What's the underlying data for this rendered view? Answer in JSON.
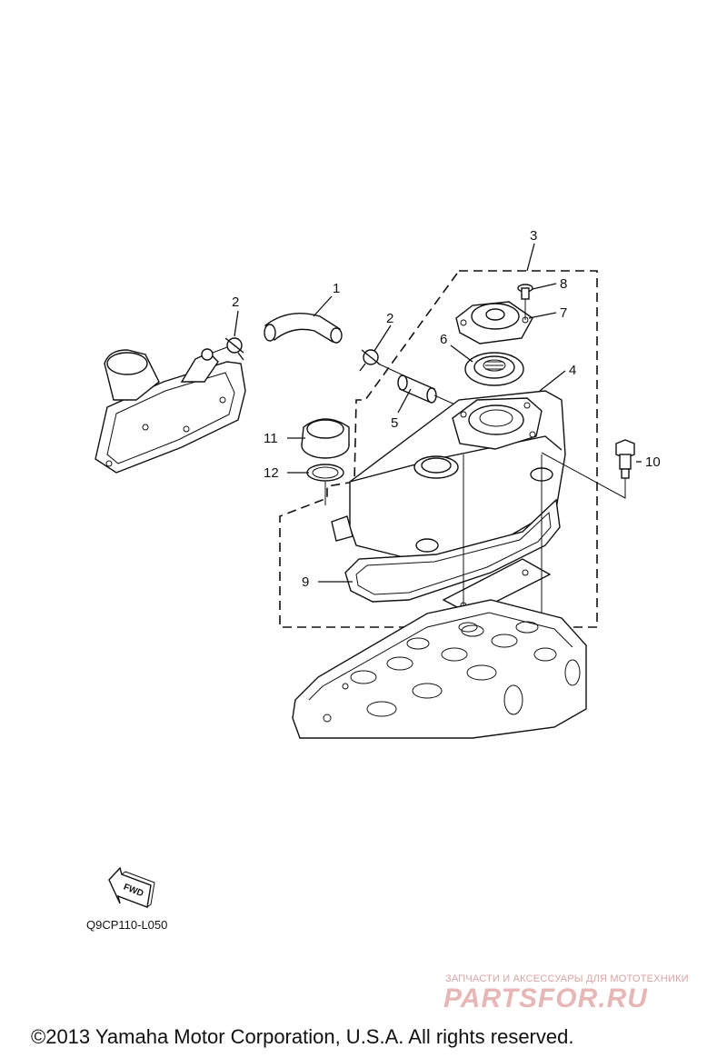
{
  "callouts": {
    "c1": "1",
    "c2a": "2",
    "c2b": "2",
    "c3": "3",
    "c4": "4",
    "c5": "5",
    "c6": "6",
    "c7": "7",
    "c8": "8",
    "c9": "9",
    "c10": "10",
    "c11": "11",
    "c12": "12"
  },
  "fwd_label": "FWD",
  "page_code": "Q9CP110-L050",
  "watermark": {
    "tagline": "ЗАПЧАСТИ И АКСЕССУАРЫ ДЛЯ МОТОТЕХНИКИ",
    "logo": "PARTSFOR.RU"
  },
  "copyright": "©2013 Yamaha Motor Corporation, U.S.A. All rights reserved."
}
